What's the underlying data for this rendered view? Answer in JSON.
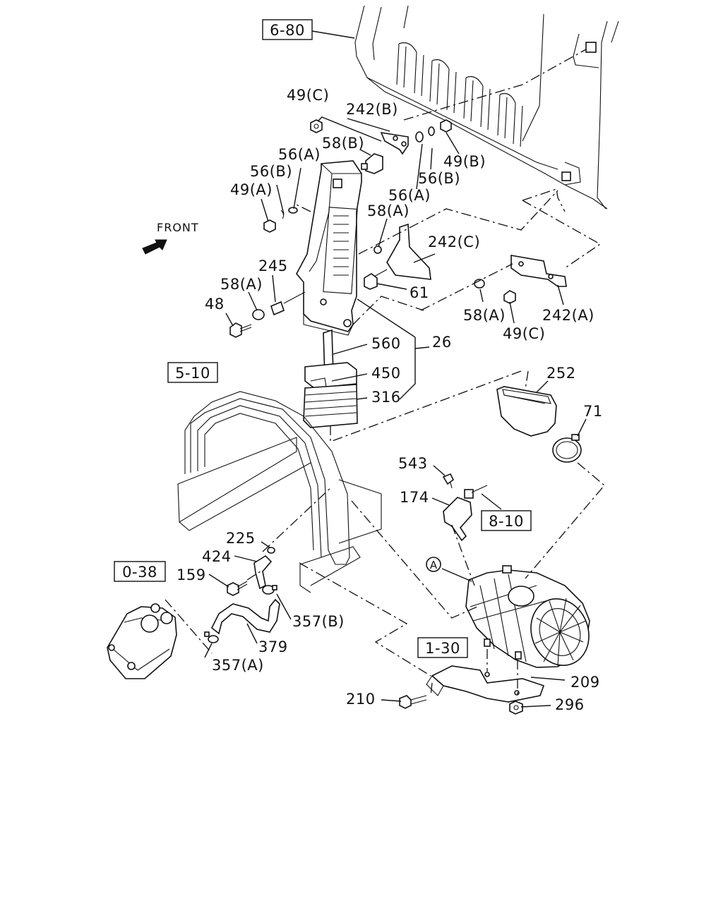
{
  "labels": {
    "ref_6_80": "6-80",
    "ref_5_10": "5-10",
    "ref_0_38": "0-38",
    "ref_8_10": "8-10",
    "ref_1_30": "1-30",
    "front": "FRONT",
    "circle_a": "A",
    "p49c_top": "49(C)",
    "p242b": "242(B)",
    "p58b": "58(B)",
    "p56a_top": "56(A)",
    "p56b_left": "56(B)",
    "p49a": "49(A)",
    "p56b_right": "56(B)",
    "p49b": "49(B)",
    "p56a_right": "56(A)",
    "p58a_mid": "58(A)",
    "p242c": "242(C)",
    "p245": "245",
    "p58a_left": "58(A)",
    "p48": "48",
    "p61": "61",
    "p58a_right": "58(A)",
    "p242a": "242(A)",
    "p49c_bottom": "49(C)",
    "p560": "560",
    "p26": "26",
    "p450": "450",
    "p316": "316",
    "p252": "252",
    "p71": "71",
    "p543": "543",
    "p174": "174",
    "p225": "225",
    "p424": "424",
    "p159": "159",
    "p357b": "357(B)",
    "p379": "379",
    "p357a": "357(A)",
    "p209": "209",
    "p210": "210",
    "p296": "296"
  }
}
